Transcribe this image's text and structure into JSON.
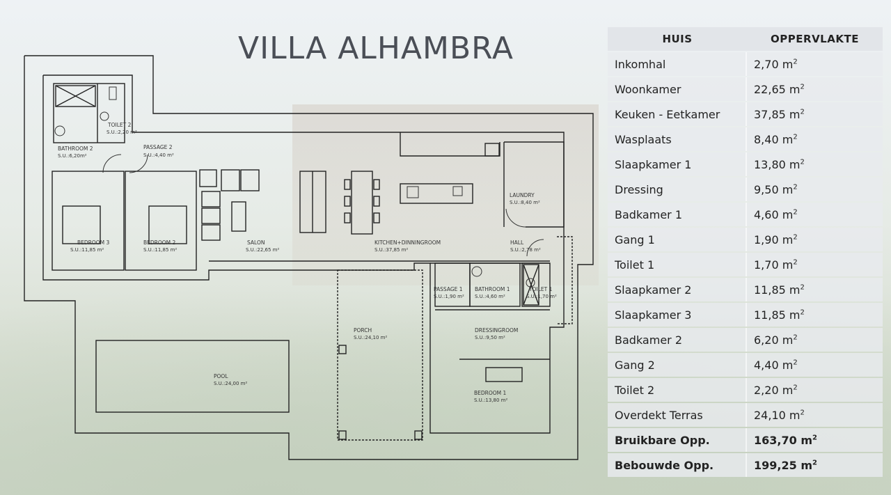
{
  "title": "VILLA ALHAMBRA",
  "table": {
    "headers": [
      "HUIS",
      "OPPERVLAKTE"
    ],
    "unit": "m",
    "unit_sup": "2",
    "rows": [
      {
        "name": "Inkomhal",
        "value": "2,70"
      },
      {
        "name": "Woonkamer",
        "value": "22,65"
      },
      {
        "name": "Keuken - Eetkamer",
        "value": "37,85"
      },
      {
        "name": "Wasplaats",
        "value": "8,40"
      },
      {
        "name": "Slaapkamer 1",
        "value": "13,80"
      },
      {
        "name": "Dressing",
        "value": "9,50"
      },
      {
        "name": "Badkamer 1",
        "value": "4,60"
      },
      {
        "name": "Gang 1",
        "value": "1,90"
      },
      {
        "name": "Toilet 1",
        "value": "1,70"
      },
      {
        "name": "Slaapkamer 2",
        "value": "11,85"
      },
      {
        "name": "Slaapkamer 3",
        "value": "11,85"
      },
      {
        "name": "Badkamer 2",
        "value": "6,20"
      },
      {
        "name": "Gang 2",
        "value": "4,40"
      },
      {
        "name": "Toilet 2",
        "value": "2,20"
      },
      {
        "name": "Overdekt Terras",
        "value": "24,10"
      }
    ],
    "totals": [
      {
        "name": "Bruikbare Opp.",
        "value": "163,70"
      },
      {
        "name": "Bebouwde Opp.",
        "value": "199,25"
      }
    ]
  },
  "plan": {
    "rooms": [
      {
        "name": "BATHROOM 2",
        "area": "S.U.:6,20m²"
      },
      {
        "name": "TOILET 2",
        "area": "S.U.:2,20 m²"
      },
      {
        "name": "PASSAGE 2",
        "area": "S.U.:4,40 m²"
      },
      {
        "name": "BEDROOM 3",
        "area": "S.U.:11,85 m²"
      },
      {
        "name": "BEDROOM 2",
        "area": "S.U.:11,85 m²"
      },
      {
        "name": "SALON",
        "area": "S.U.:22,65 m²"
      },
      {
        "name": "KITCHEN+DINNINGROOM",
        "area": "S.U.:37,85 m²"
      },
      {
        "name": "LAUNDRY",
        "area": "S.U.:8,40 m²"
      },
      {
        "name": "HALL",
        "area": "S.U.:2,78 m²"
      },
      {
        "name": "PASSAGE 1",
        "area": "S.U.:1,90 m²"
      },
      {
        "name": "BATHROOM 1",
        "area": "S.U.:4,60 m²"
      },
      {
        "name": "TOILET 1",
        "area": "S.U.:1,70 m²"
      },
      {
        "name": "PORCH",
        "area": "S.U.:24,10 m²"
      },
      {
        "name": "DRESSINGROOM",
        "area": "S.U.:9,50 m²"
      },
      {
        "name": "BEDROOM 1",
        "area": "S.U.:13,80 m²"
      },
      {
        "name": "POOL",
        "area": "S.U.:24,00 m²"
      }
    ]
  }
}
